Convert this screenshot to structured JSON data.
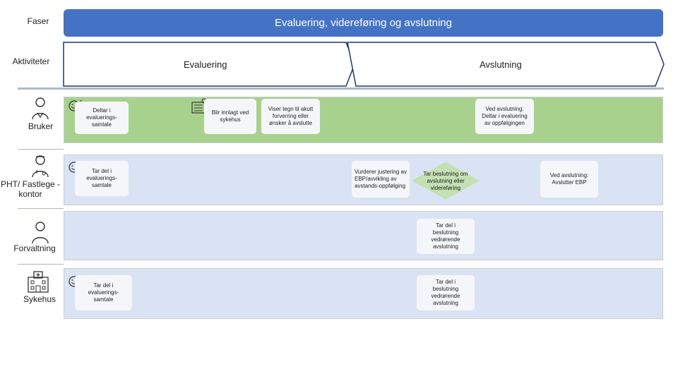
{
  "labels": {
    "phases": "Faser",
    "activities": "Aktiviteter"
  },
  "phase_bar": "Evaluering, videreføring og avslutning",
  "activities": [
    {
      "label": "Evaluering"
    },
    {
      "label": "Avslutning"
    }
  ],
  "lanes": [
    {
      "label": "Bruker"
    },
    {
      "label": "PHT/ Fastlege -kontor"
    },
    {
      "label": "Forvaltning"
    },
    {
      "label": "Sykehus"
    }
  ],
  "cards": {
    "bruker_evaluering": "Deltar i evaluerings-samtale",
    "bruker_sykehus": "Blir innlagt ved sykehus",
    "bruker_tegn": "Viser tegn til akutt forverring eller ønsker å avslutte",
    "bruker_avslutning": "Ved avslutning: Deltar i evaluering av oppfølgingen",
    "pht_evaluering": "Tar del i evaluerings-samtale",
    "pht_vurderer": "Vurderer justering av EBP/avvikling av avstands-oppfølging",
    "pht_beslutning": "Tar beslutning om avslutning eller videreføring",
    "pht_ebp": "Ved avslutning: Avslutter EBP",
    "forvaltning_beslutning": "Tar del i beslutning vedrørende avslutning",
    "sykehus_evaluering": "Tar del i evaluerings-samtale",
    "sykehus_beslutning": "Tar del i beslutning vedrørende avslutning"
  },
  "colors": {
    "phase": "#4472c4",
    "bruker_lane": "#a9d18e",
    "other_lanes": "#dae3f3",
    "diamond": "#c5e0b4"
  },
  "icons": [
    "person-icon",
    "doctor-icon",
    "administrator-icon",
    "hospital-icon",
    "smiley-icon",
    "hospital-bed-icon"
  ]
}
